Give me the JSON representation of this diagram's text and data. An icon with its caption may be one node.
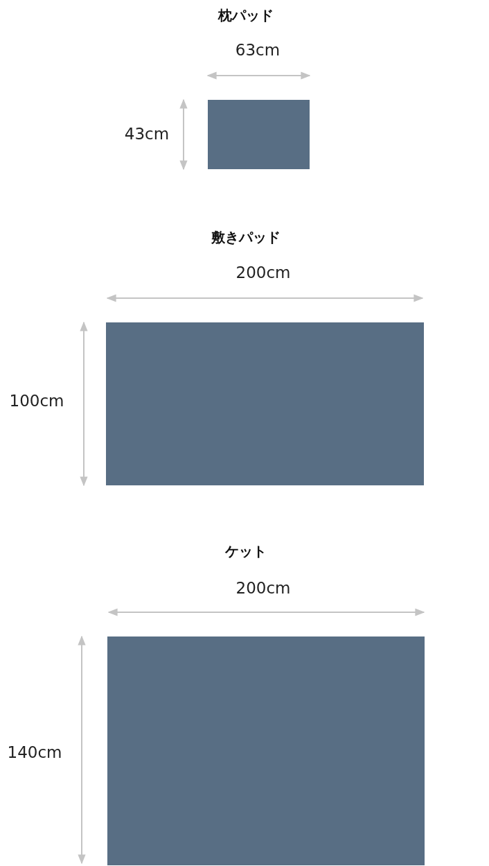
{
  "diagram": {
    "nodes": [
      {
        "text": [],
        "shape": "box"
      },
      {
        "text": [],
        "shape": "box"
      },
      {
        "text": [],
        "shape": "box"
      }
    ],
    "labels": [
      "枕パッド",
      "63cm",
      "43cm",
      "敷きパッド",
      "200cm",
      "100cm",
      "ケット",
      "200cm",
      "140cm"
    ]
  }
}
